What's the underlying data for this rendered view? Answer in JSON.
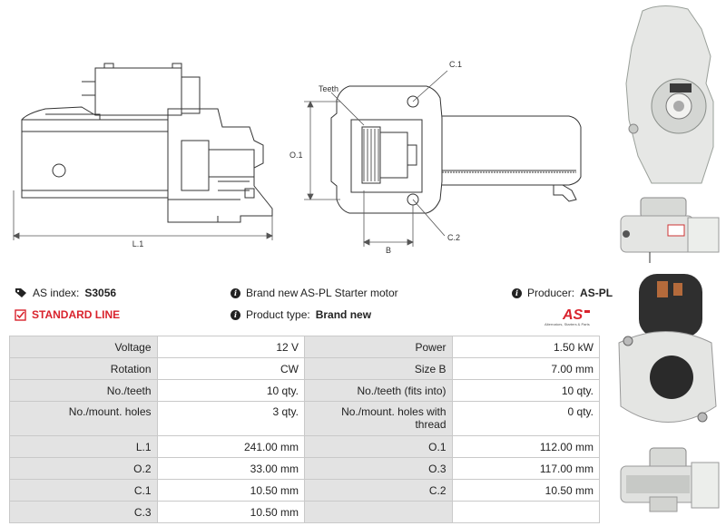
{
  "drawing": {
    "side_labels": {
      "length": "L.1"
    },
    "front_labels": {
      "teeth": "Teeth",
      "c1": "C.1",
      "c2": "C.2",
      "o1": "O.1",
      "b": "B"
    }
  },
  "info": {
    "as_index_label": "AS index:",
    "as_index_value": "S3056",
    "standard_line": "STANDARD LINE",
    "description": "Brand new AS-PL Starter motor",
    "product_type_label": "Product type:",
    "product_type_value": "Brand new",
    "producer_label": "Producer:",
    "producer_value": "AS-PL",
    "logo_text": "AS",
    "logo_tagline": "Alternators, Starters & Parts"
  },
  "specs": [
    {
      "k1": "Voltage",
      "v1": "12 V",
      "k2": "Power",
      "v2": "1.50 kW"
    },
    {
      "k1": "Rotation",
      "v1": "CW",
      "k2": "Size B",
      "v2": "7.00 mm"
    },
    {
      "k1": "No./teeth",
      "v1": "10 qty.",
      "k2": "No./teeth (fits into)",
      "v2": "10 qty."
    },
    {
      "k1": "No./mount. holes",
      "v1": "3 qty.",
      "k2": "No./mount. holes with thread",
      "v2": "0 qty."
    },
    {
      "k1": "L.1",
      "v1": "241.00 mm",
      "k2": "O.1",
      "v2": "112.00 mm"
    },
    {
      "k1": "O.2",
      "v1": "33.00 mm",
      "k2": "O.3",
      "v2": "117.00 mm"
    },
    {
      "k1": "C.1",
      "v1": "10.50 mm",
      "k2": "C.2",
      "v2": "10.50 mm"
    },
    {
      "k1": "C.3",
      "v1": "10.50 mm",
      "k2": "",
      "v2": ""
    }
  ],
  "colors": {
    "accent_red": "#d9232d",
    "key_bg": "#e3e3e3",
    "border": "#c9c9c9"
  }
}
